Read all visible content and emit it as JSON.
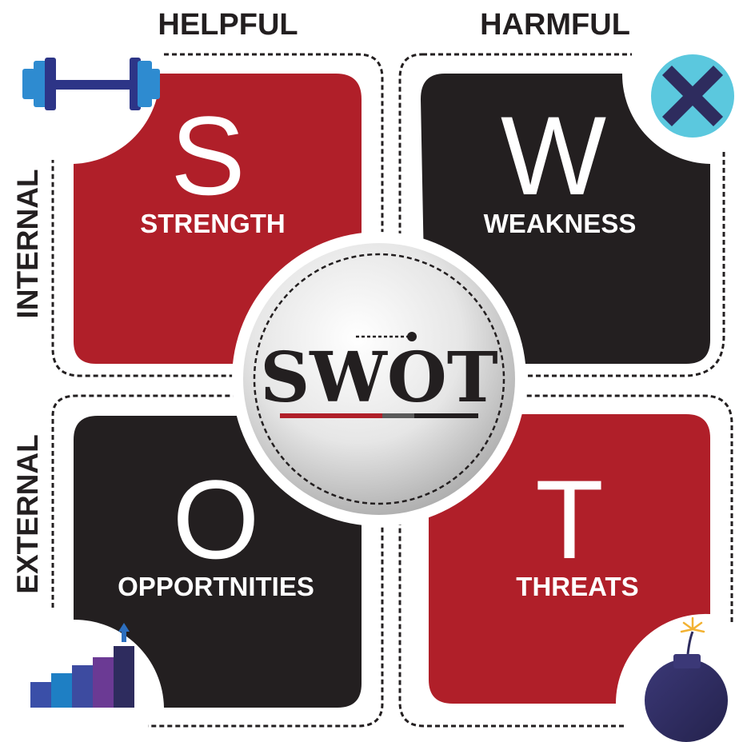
{
  "headers": {
    "helpful": "HELPFUL",
    "harmful": "HARMFUL",
    "internal": "INTERNAL",
    "external": "EXTERNAL"
  },
  "center": {
    "title": "SWOT"
  },
  "quadrants": {
    "strength": {
      "letter": "S",
      "label": "STRENGTH",
      "color": "#b01f29",
      "icon": "dumbbell-icon"
    },
    "weakness": {
      "letter": "W",
      "label": "WEAKNESS",
      "color": "#231f20",
      "icon": "close-icon"
    },
    "opportunities": {
      "letter": "O",
      "label": "OPPORTNITIES",
      "color": "#231f20",
      "icon": "growth-chart-icon"
    },
    "threats": {
      "letter": "T",
      "label": "THREATS",
      "color": "#b01f29",
      "icon": "bomb-icon"
    }
  },
  "colors": {
    "red": "#b01f29",
    "black": "#231f20",
    "accent_cyan": "#5bc8de",
    "accent_navy": "#2e2c5e"
  }
}
